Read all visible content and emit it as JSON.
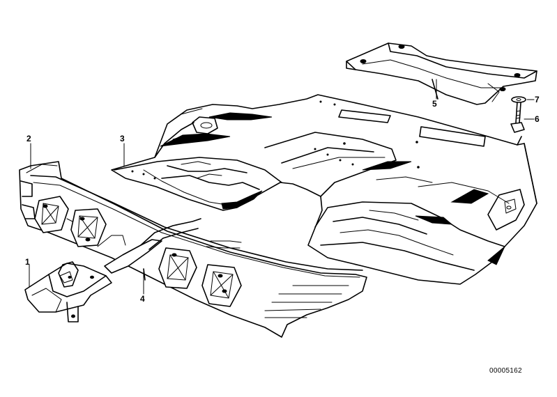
{
  "diagram": {
    "callouts": [
      {
        "id": "1"
      },
      {
        "id": "2"
      },
      {
        "id": "3"
      },
      {
        "id": "4"
      },
      {
        "id": "5"
      },
      {
        "id": "6"
      },
      {
        "id": "7"
      }
    ],
    "diagram_number": "00005162"
  }
}
